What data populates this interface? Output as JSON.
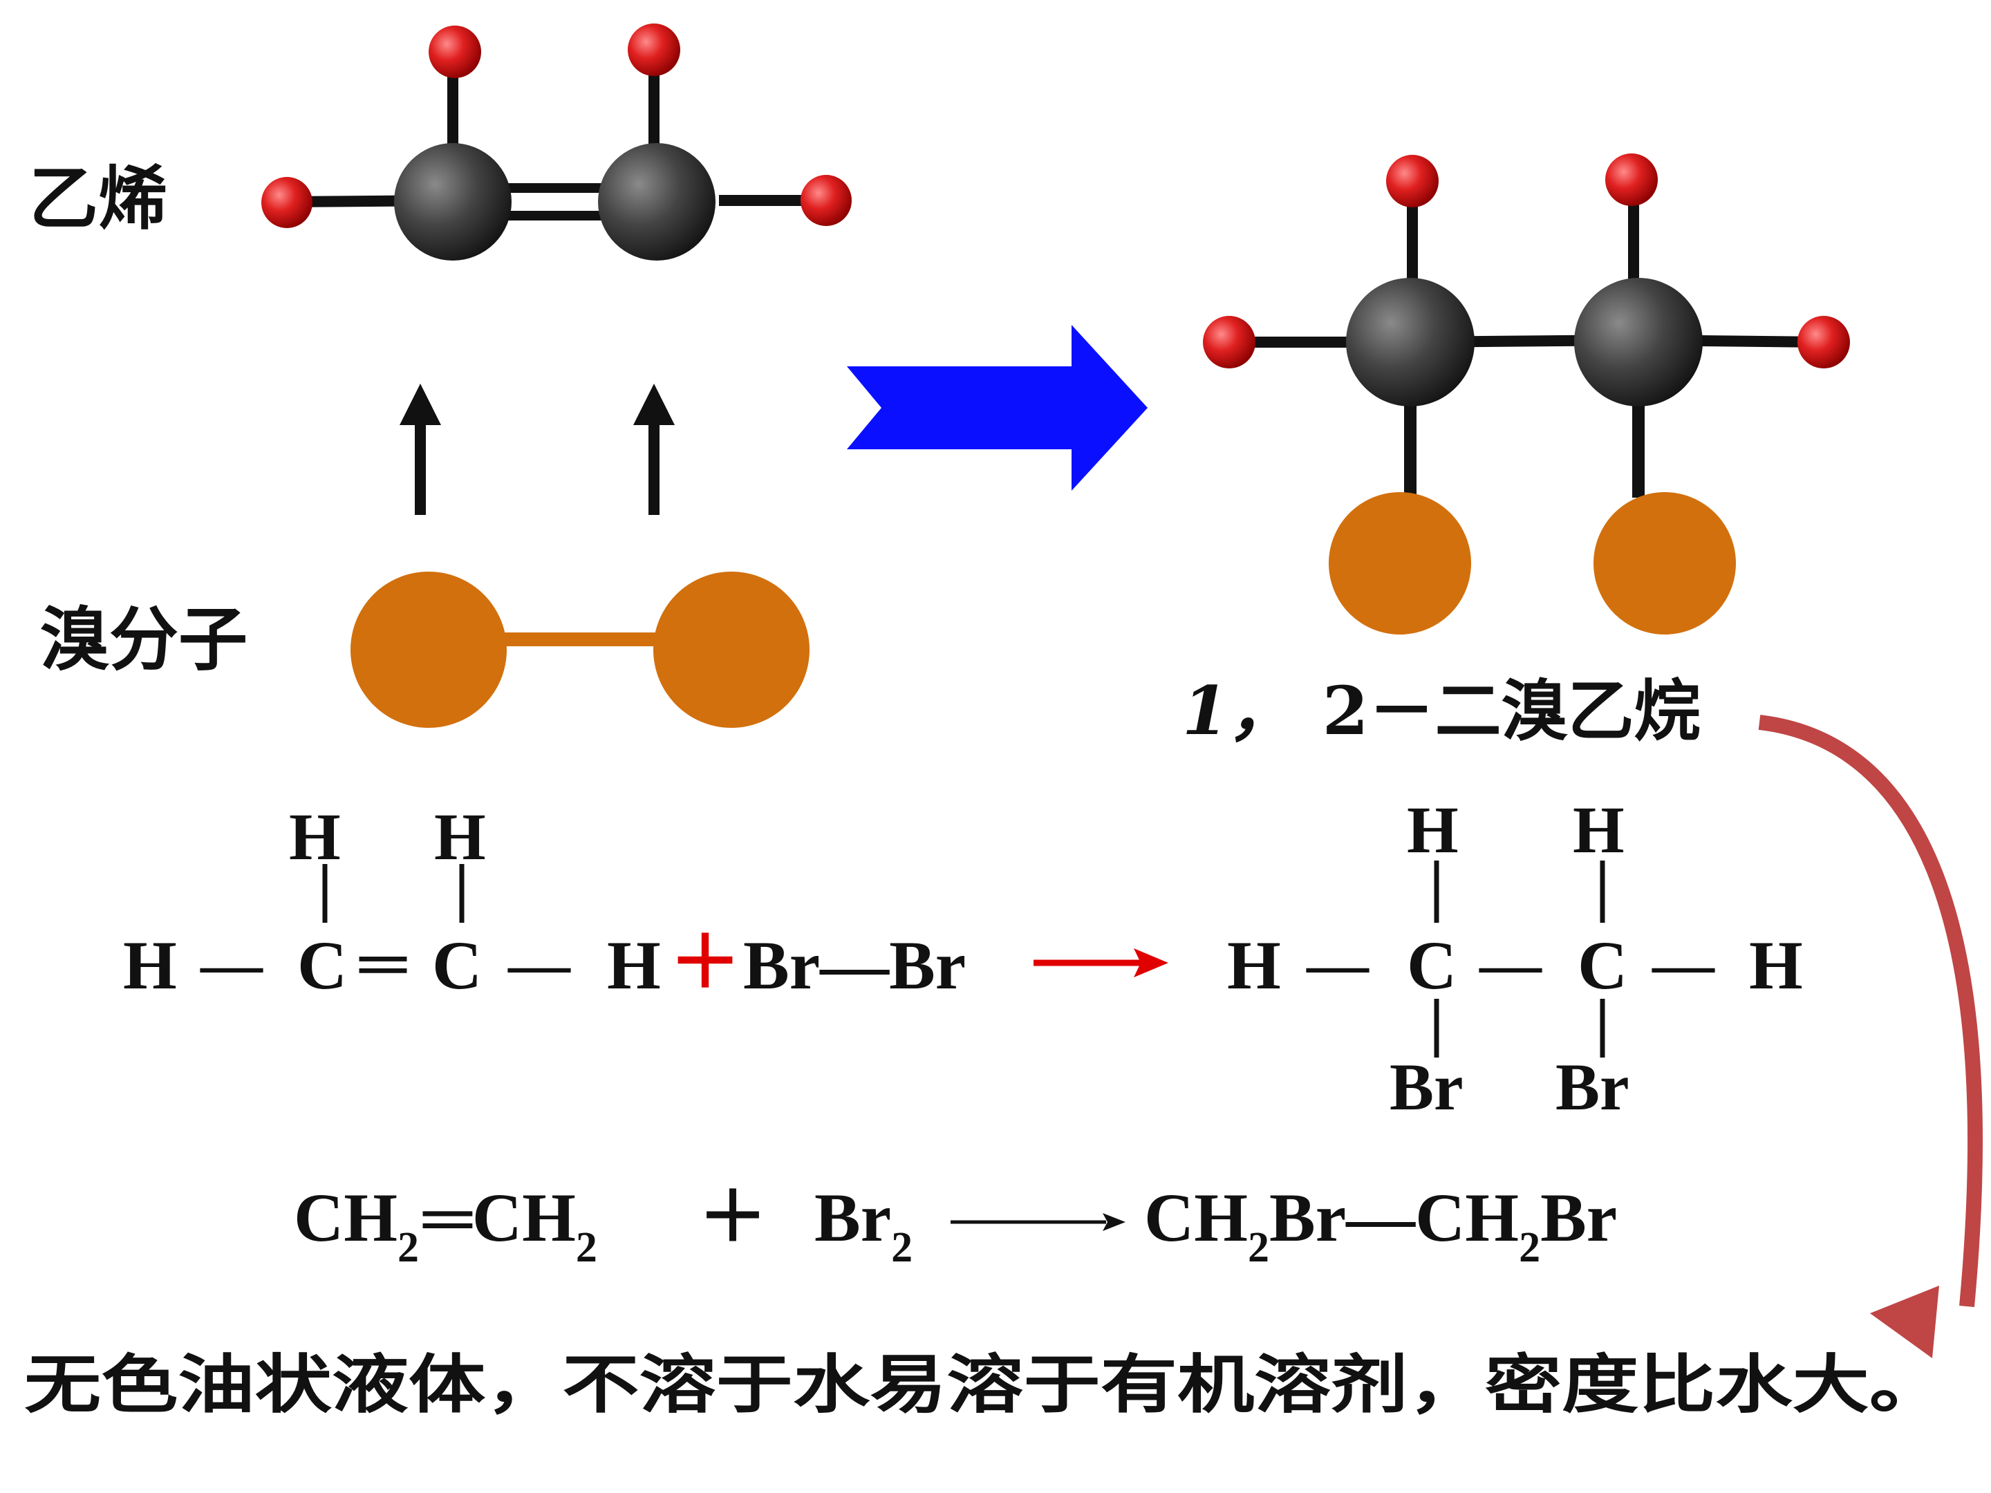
{
  "labels": {
    "ethylene": "乙烯",
    "bromine_molecule": "溴分子",
    "product_prefix": "1，",
    "product_name": "2－二溴乙烷"
  },
  "structural_equation": {
    "reactant_top_h": [
      "H",
      "H"
    ],
    "reactant_chain": [
      "H",
      "—",
      "C",
      "═",
      "C",
      "—",
      "H"
    ],
    "plus": "＋",
    "bromine": "Br—Br",
    "product_top_h": [
      "H",
      "H"
    ],
    "product_chain": [
      "H",
      "—",
      "C",
      "—",
      "C",
      "—",
      "H"
    ],
    "product_bottom_br": [
      "Br",
      "Br"
    ]
  },
  "condensed_equation": {
    "reactant1_a": "CH",
    "reactant1_sub_a": "2",
    "double_bond": "═",
    "reactant1_b": "CH",
    "reactant1_sub_b": "2",
    "plus": "＋",
    "reactant2": "Br",
    "reactant2_sub": "2",
    "product_a": "CH",
    "product_sub_a": "2",
    "product_b": "Br—CH",
    "product_sub_b": "2",
    "product_c": "Br"
  },
  "note": "无色油状液体，不溶于水易溶于有机溶剂，密度比水大。",
  "colors": {
    "hydrogen": "#e02020",
    "carbon": "#3c3c3c",
    "bromine": "#d2700d",
    "big_arrow": "#0a10ff",
    "red_arrow": "#e00000",
    "curve_arrow": "#c04545"
  }
}
